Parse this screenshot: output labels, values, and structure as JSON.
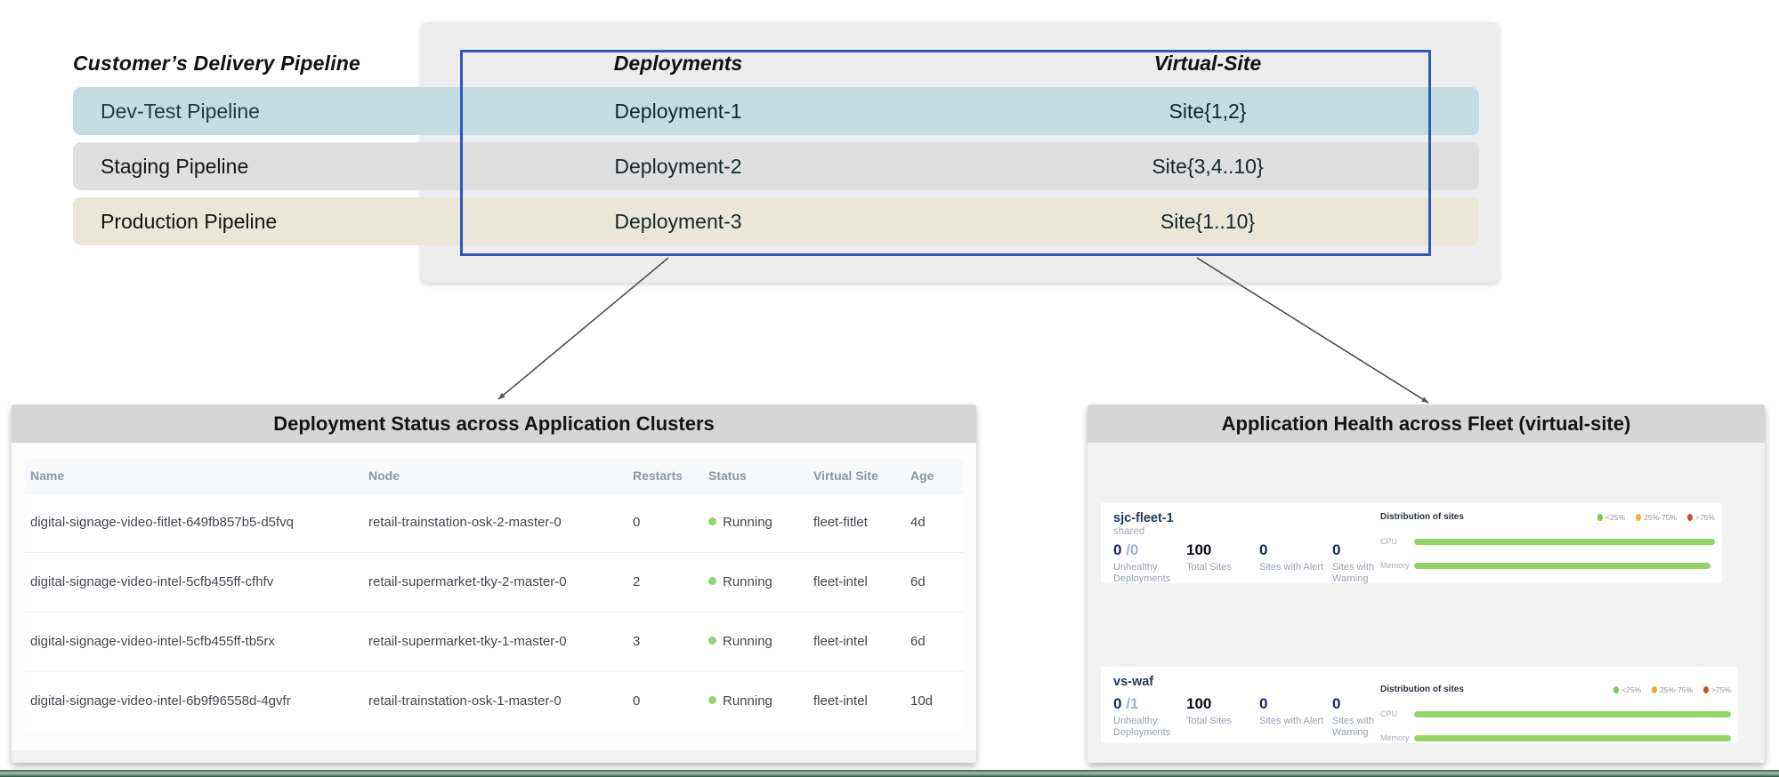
{
  "colors": {
    "highlight_border": "#2f55c0",
    "top_panel_bg": "#ededee",
    "titlebar_bg": "#d6d6d6",
    "status_dot": "#8ed873",
    "bar_green": "#92d562"
  },
  "pipeline_table": {
    "title": "Customer’s Delivery Pipeline",
    "columns": {
      "deployments": "Deployments",
      "virtual_site": "Virtual-Site"
    },
    "rows": [
      {
        "label": "Dev-Test Pipeline",
        "deployment": "Deployment-1",
        "virtual_site": "Site{1,2}",
        "color": "#c3dde2"
      },
      {
        "label": "Staging Pipeline",
        "deployment": "Deployment-2",
        "virtual_site": "Site{3,4..10}",
        "color": "#dfdfdf"
      },
      {
        "label": "Production Pipeline",
        "deployment": "Deployment-3",
        "virtual_site": "Site{1..10}",
        "color": "#eae7d9"
      }
    ]
  },
  "deployment_status_panel": {
    "title": "Deployment Status across Application Clusters",
    "columns": {
      "name": "Name",
      "node": "Node",
      "restarts": "Restarts",
      "status": "Status",
      "virtual_site": "Virtual Site",
      "age": "Age"
    },
    "rows": [
      {
        "name": "digital-signage-video-fitlet-649fb857b5-d5fvq",
        "node": "retail-trainstation-osk-2-master-0",
        "restarts": "0",
        "status": "Running",
        "virtual_site": "fleet-fitlet",
        "age": "4d"
      },
      {
        "name": "digital-signage-video-intel-5cfb455ff-cfhfv",
        "node": "retail-supermarket-tky-2-master-0",
        "restarts": "2",
        "status": "Running",
        "virtual_site": "fleet-intel",
        "age": "6d"
      },
      {
        "name": "digital-signage-video-intel-5cfb455ff-tb5rx",
        "node": "retail-supermarket-tky-1-master-0",
        "restarts": "3",
        "status": "Running",
        "virtual_site": "fleet-intel",
        "age": "6d"
      },
      {
        "name": "digital-signage-video-intel-6b9f96558d-4gvfr",
        "node": "retail-trainstation-osk-1-master-0",
        "restarts": "0",
        "status": "Running",
        "virtual_site": "fleet-intel",
        "age": "10d"
      }
    ]
  },
  "health_panel": {
    "title": "Application Health across Fleet (virtual-site)",
    "metric_labels": {
      "unhealthy": "Unhealthy Deployments",
      "total": "Total Sites",
      "alert": "Sites with Alert",
      "warning": "Sites with Warning"
    },
    "distribution_label": "Distribution of sites",
    "cpu_label": "CPU",
    "memory_label": "Memory",
    "legend": [
      {
        "label": "<25%",
        "color": "#7cc944"
      },
      {
        "label": "25%-75%",
        "color": "#f0ad37"
      },
      {
        "label": ">75%",
        "color": "#cc4e2b"
      }
    ],
    "cards": [
      {
        "name": "sjc-fleet-1",
        "subtitle": "shared",
        "unhealthy": "0",
        "unhealthy_suffix": "/0",
        "total_sites": "100",
        "sites_with_alert": "0",
        "sites_with_warning": "0",
        "cpu_width": "100%",
        "memory_width": "98.5%"
      },
      {
        "name": "vs-waf",
        "subtitle": "",
        "unhealthy": "0",
        "unhealthy_suffix": "/1",
        "total_sites": "100",
        "sites_with_alert": "0",
        "sites_with_warning": "0",
        "cpu_width": "100%",
        "memory_width": "100%"
      }
    ]
  }
}
